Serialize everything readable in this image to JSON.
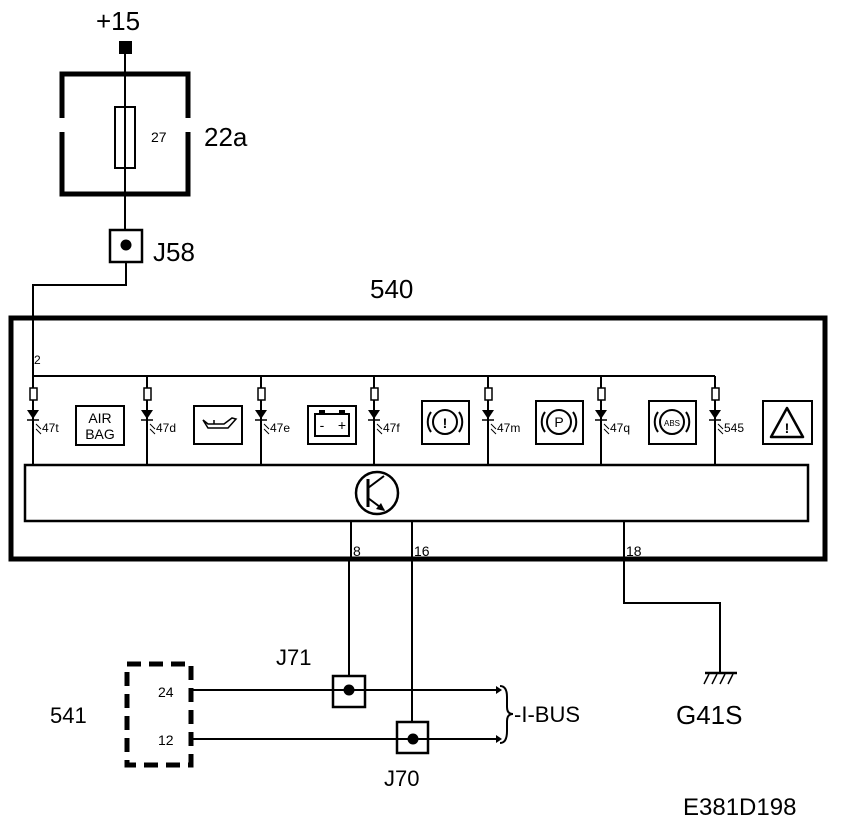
{
  "supply_label": "+15",
  "fuse": {
    "number": "27",
    "box_label": "22a"
  },
  "connectors": {
    "j58": "J58",
    "j71": "J71",
    "j70": "J70"
  },
  "instrument": {
    "label": "540",
    "feed_pin": "2",
    "leds": [
      {
        "label": "47t",
        "symbol": "airbag",
        "symbol_text_1": "AIR",
        "symbol_text_2": "BAG"
      },
      {
        "label": "47d",
        "symbol": "oil-can-icon"
      },
      {
        "label": "47e",
        "symbol": "battery-icon",
        "symbol_text_1": "-",
        "symbol_text_2": "+"
      },
      {
        "label": "47f",
        "symbol": "brake-warning-icon",
        "symbol_text_1": "!"
      },
      {
        "label": "47m",
        "symbol": "parking-brake-icon",
        "symbol_text_1": "P"
      },
      {
        "label": "47q",
        "symbol": "abs-icon",
        "symbol_text_1": "ABS"
      },
      {
        "label": "545",
        "symbol": "hazard-triangle-icon",
        "symbol_text_1": "!"
      }
    ],
    "pins": {
      "p8": "8",
      "p16": "16",
      "p18": "18"
    }
  },
  "module_541": {
    "label": "541",
    "pin_a": "24",
    "pin_b": "12"
  },
  "bus_label": "-I-BUS",
  "ground_label": "G41S",
  "drawing_code": "E381D198"
}
